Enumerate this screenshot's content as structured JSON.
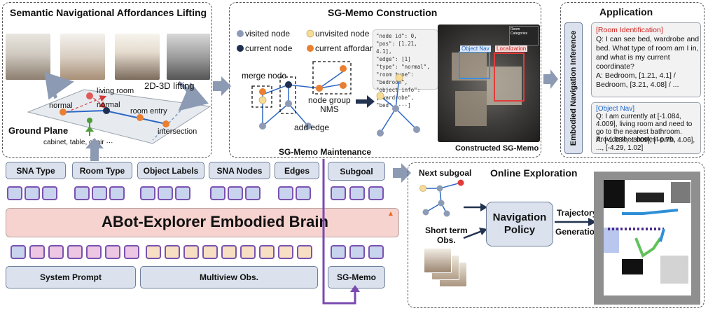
{
  "panels": {
    "sna_lifting": "Semantic Navigational Affordances Lifting",
    "sg_construction": "SG-Memo Construction",
    "application": "Application",
    "online_exploration": "Online Exploration"
  },
  "lifting": {
    "lift_2d3d": "2D-3D lifting",
    "ground_plane": "Ground Plane",
    "labels": [
      "normal",
      "living room",
      "normal",
      "room entry",
      "intersection"
    ],
    "objects_line": "cabinet, table, chair ···"
  },
  "legend": {
    "visited": "visited node",
    "unvisited": "unvisited node",
    "current": "current node",
    "affordance": "current affordance"
  },
  "sg": {
    "merge_node": "merge node",
    "node_group_nms": "node group\nNMS",
    "add_edge": "add edge",
    "maintenance": "SG-Memo Maintenance",
    "constructed": "Constructed SG-Memo",
    "json_lines": [
      "\"node id\": 0,",
      "\"pos\": [1.21, 4.1],",
      "\"edge\": [1]",
      "\"type\": \"normal\",",
      "\"room type\": \"bedroom\",",
      "\"object info\":",
      "[\"wardrobe\", \"bed\", ···]"
    ],
    "map_tag_objnav": "Object Nav",
    "map_tag_loc": "Localization",
    "map_legend_title": "Room Categories"
  },
  "application": {
    "vertical_label": "Embodied Navigation Inference",
    "room_id_tag": "[Room Identification]",
    "room_id_q": "Q: I can see bed, wardrobe and bed. What type of room am I in, and what is my current coordinate?",
    "room_id_a": "A: Bedroom, [1.21, 4.1] / Bedroom, [3.21, 4.08] / ...",
    "objnav_tag": "[Object Nav]",
    "objnav_q": "Q: I am currently at [-1.084, 4.009], living room and need to go to the nearest bathroom. Provide the shortest path.",
    "objnav_a": "A: [-1.084, 4.009], [ -0.79, 4.06], ..., [-4.29, 1.02]"
  },
  "brain": {
    "tokens_top": [
      "SNA Type",
      "Room Type",
      "Object Labels",
      "SNA Nodes",
      "Edges",
      "Subgoal"
    ],
    "title": "ABot-Explorer Embodied Brain",
    "tokens_bottom": [
      "System Prompt",
      "Multiview Obs.",
      "SG-Memo"
    ]
  },
  "exploration": {
    "next_subgoal": "Next subgoal",
    "short_term": "Short term\nObs.",
    "policy": "Navigation\nPolicy",
    "trajectory": "Trajectory",
    "generation": "Generation"
  },
  "colors": {
    "visited": "#8d9bb5",
    "current": "#1f2f52",
    "unvisited": "#f7dc97",
    "affordance": "#ea7f31",
    "brain_band": "#f6d3cf",
    "token_box": "#dbe2ee",
    "maint_line": "#7a4ab0"
  }
}
